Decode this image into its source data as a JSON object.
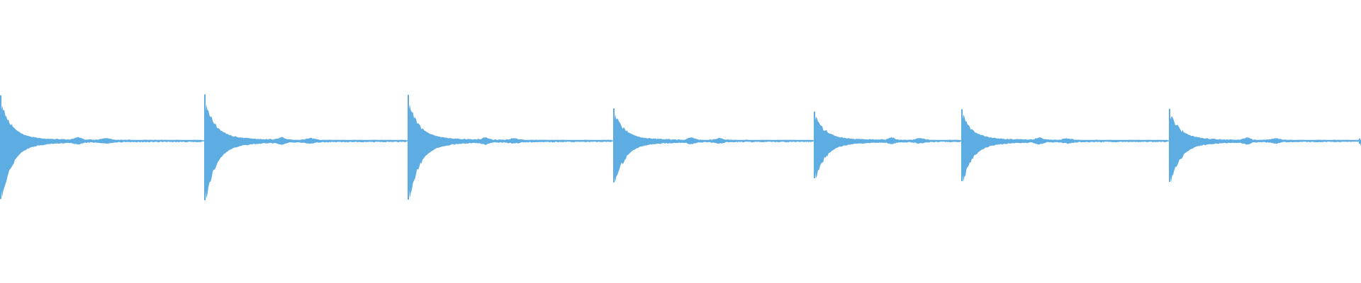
{
  "waveform": {
    "color": "#5dade2",
    "background": "#ffffff",
    "onsets": [
      {
        "amplitude": 0.98
      },
      {
        "amplitude": 1.0
      },
      {
        "amplitude": 0.99
      },
      {
        "amplitude": 0.7
      },
      {
        "amplitude": 0.63
      },
      {
        "amplitude": 0.68
      },
      {
        "amplitude": 0.69
      },
      {
        "amplitude": 0.05
      }
    ]
  }
}
